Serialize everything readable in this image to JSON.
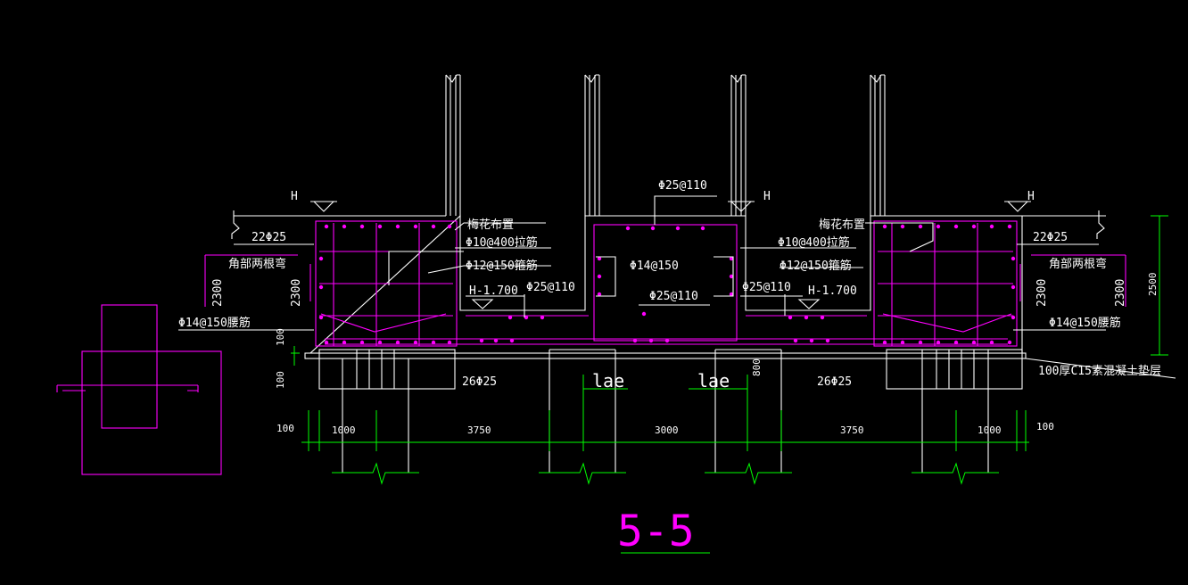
{
  "drawing": {
    "section_title": "5-5",
    "level_mark": "H",
    "colors": {
      "background": "#000000",
      "line": "#ffffff",
      "rebar": "#ff00ff",
      "dimension": "#00ff00"
    },
    "labels": {
      "plum_arrangement": "梅花布置",
      "tie_bar": "Φ10@400拉筋",
      "stirrup": "Φ12@150箍筋",
      "waist_bar": "Φ14@150腰筋",
      "corner_bend": "角部两根弯",
      "top_bars": "22Φ25",
      "bottom_bars": "26Φ25",
      "mid_top": "Φ25@110",
      "mid_side": "Φ14@150",
      "level": "H-1.700",
      "lae": "lae",
      "cushion": "100厚C15素混凝土垫层",
      "len_2300": "2300",
      "dim_2500": "2500",
      "dim_800": "800",
      "dim_100": "100"
    },
    "dimensions": [
      "100",
      "1000",
      "3750",
      "3000",
      "3750",
      "1000",
      "100"
    ]
  }
}
